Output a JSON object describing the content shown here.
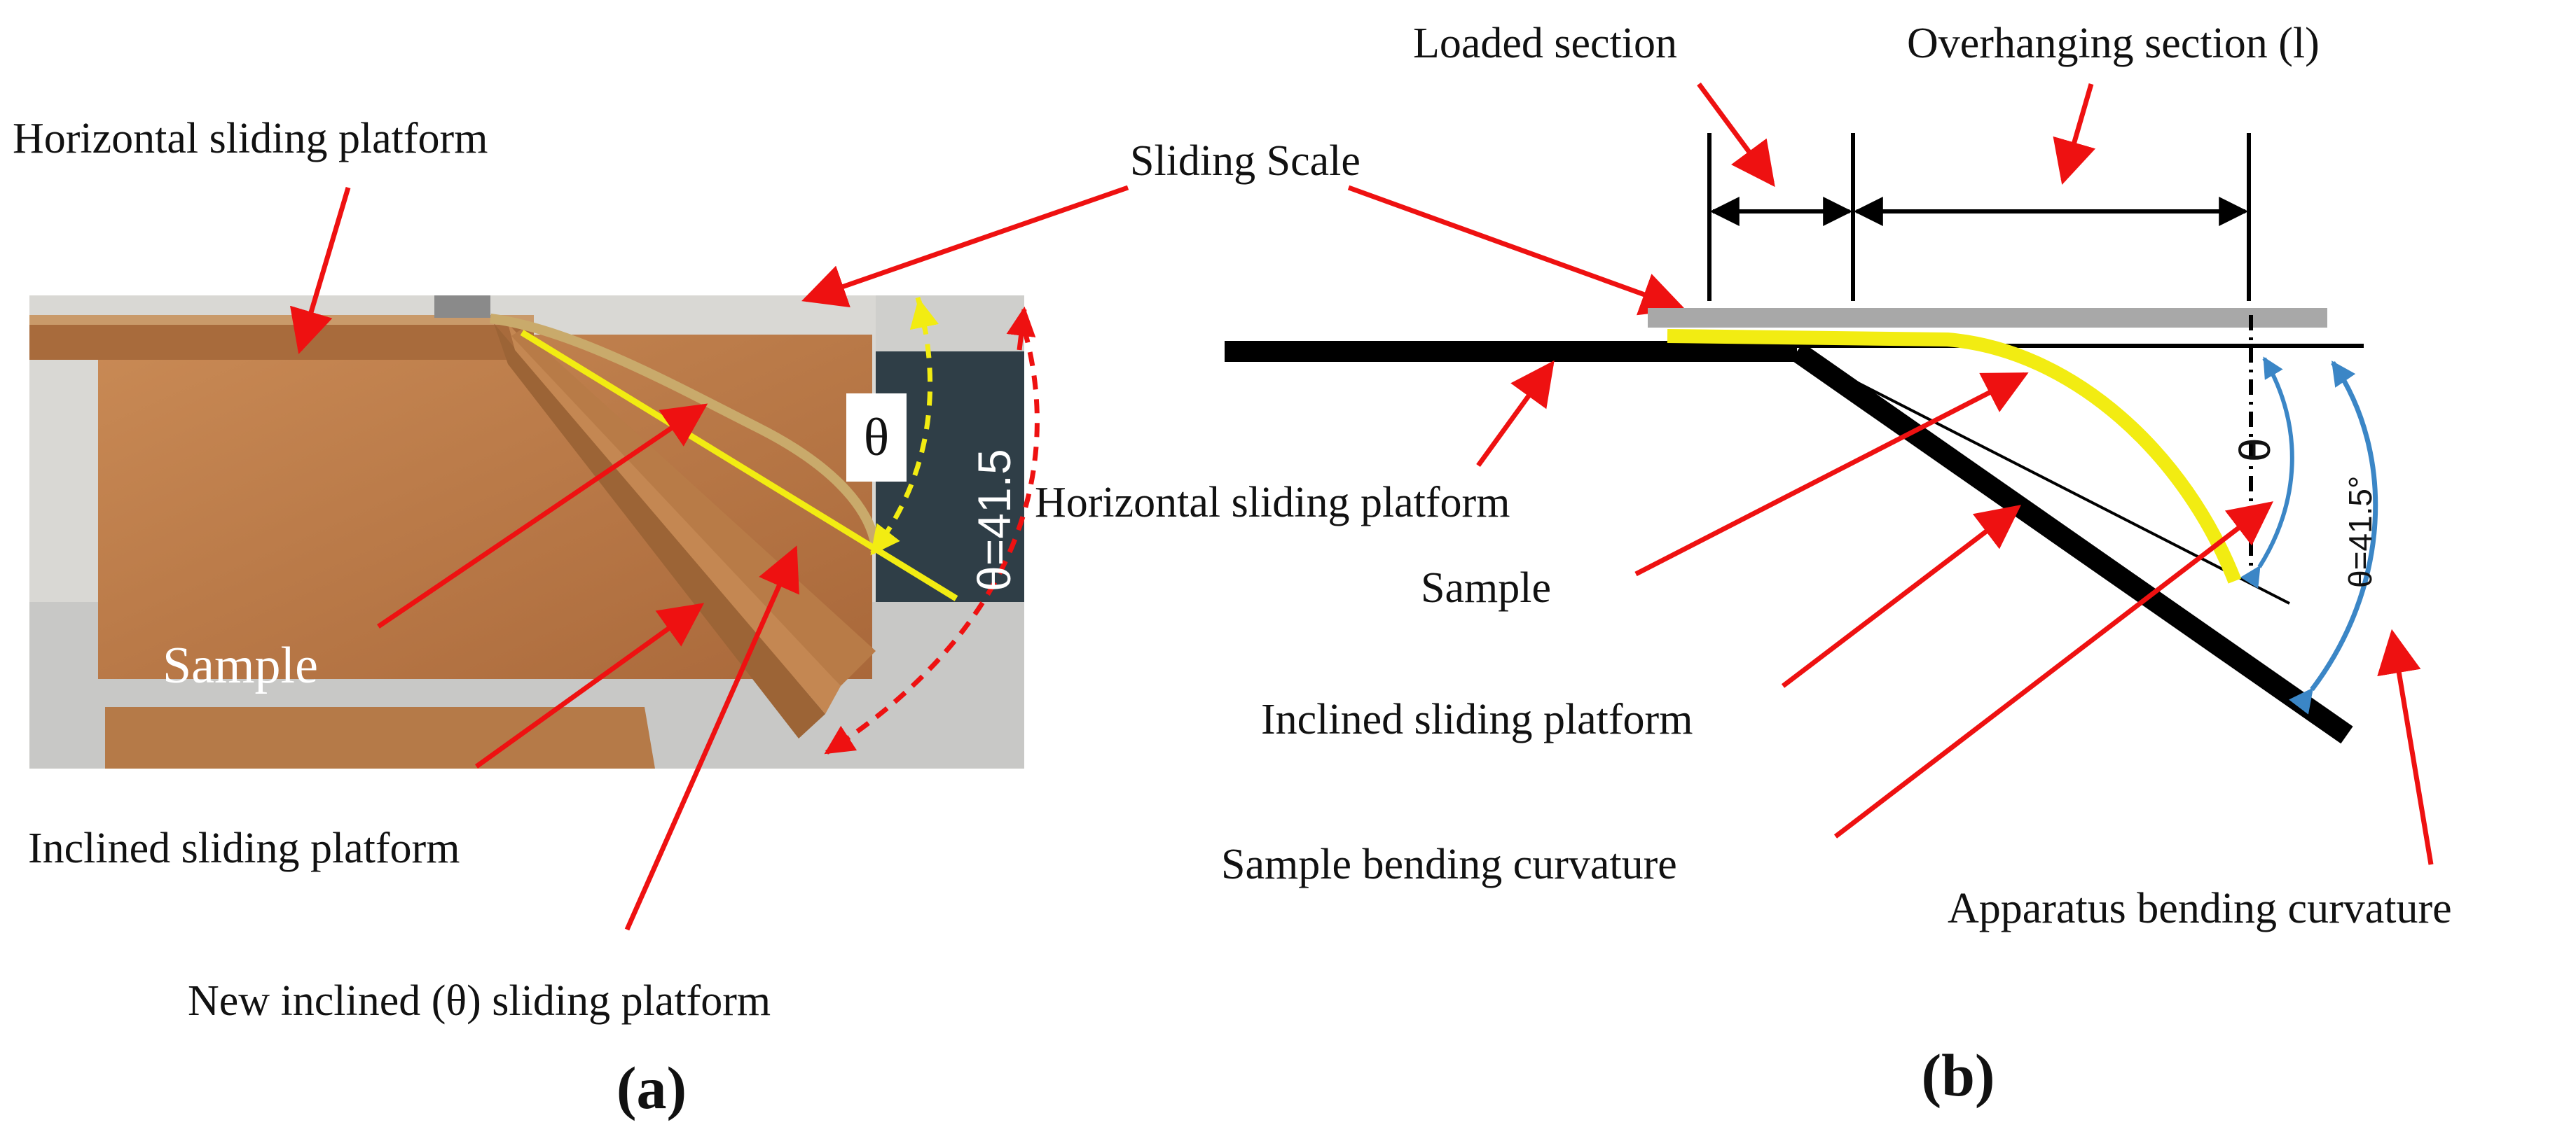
{
  "figure": {
    "panel_a": {
      "caption": "(a)",
      "labels": {
        "horizontal_sliding_platform": "Horizontal sliding platform",
        "sliding_scale": "Sliding Scale",
        "sample": "Sample",
        "inclined_sliding_platform": "Inclined sliding platform",
        "new_inclined_platform": "New inclined (θ) sliding platform",
        "theta": "θ",
        "angle": "θ=41.5"
      }
    },
    "panel_b": {
      "caption": "(b)",
      "labels": {
        "loaded_section": "Loaded section",
        "overhanging_section": "Overhanging section (l)",
        "horizontal_sliding_platform": "Horizontal sliding platform",
        "sample": "Sample",
        "inclined_sliding_platform": "Inclined sliding platform",
        "sample_bending_curvature": "Sample bending curvature",
        "apparatus_bending_curvature": "Apparatus bending curvature",
        "theta": "θ",
        "angle": "θ=41.5°"
      }
    },
    "colors": {
      "arrow_red": "#ee1111",
      "sample_yellow": "#f2ec12",
      "platform_black": "#000000",
      "scale_gray": "#a8a8a8",
      "curvature_blue": "#3b86c6",
      "wood": "#b87a46"
    }
  }
}
